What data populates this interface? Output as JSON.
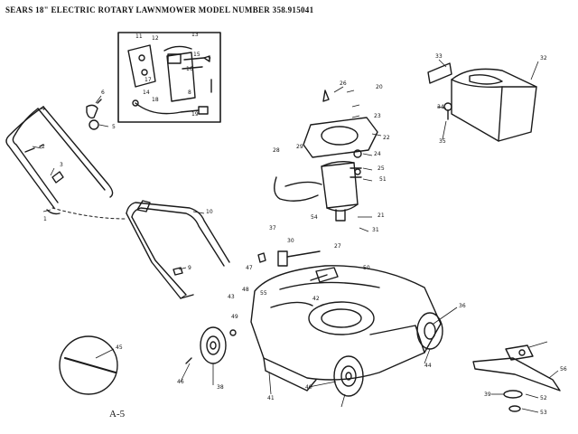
{
  "title": "SEARS 18\" ELECTRIC ROTARY LAWNMOWER MODEL NUMBER 358.915041",
  "page_label": "A-5",
  "part_callouts": [
    {
      "id": "c1",
      "label": "1"
    },
    {
      "id": "c2",
      "label": "2"
    },
    {
      "id": "c3",
      "label": "3"
    },
    {
      "id": "c4",
      "label": "4"
    },
    {
      "id": "c5",
      "label": "5"
    },
    {
      "id": "c6",
      "label": "6"
    },
    {
      "id": "c7",
      "label": "7"
    },
    {
      "id": "c8",
      "label": "8"
    },
    {
      "id": "c9",
      "label": "9"
    },
    {
      "id": "c10",
      "label": "10"
    },
    {
      "id": "c11",
      "label": "11"
    },
    {
      "id": "c12",
      "label": "12"
    },
    {
      "id": "c13",
      "label": "13"
    },
    {
      "id": "c14",
      "label": "14"
    },
    {
      "id": "c15",
      "label": "15"
    },
    {
      "id": "c16",
      "label": "16"
    },
    {
      "id": "c17",
      "label": "17"
    },
    {
      "id": "c18",
      "label": "18"
    },
    {
      "id": "c19",
      "label": "19"
    },
    {
      "id": "c20",
      "label": "20"
    },
    {
      "id": "c21",
      "label": "21"
    },
    {
      "id": "c22",
      "label": "22"
    },
    {
      "id": "c23",
      "label": "23"
    },
    {
      "id": "c24",
      "label": "24"
    },
    {
      "id": "c25",
      "label": "25"
    },
    {
      "id": "c26",
      "label": "26"
    },
    {
      "id": "c27",
      "label": "27"
    },
    {
      "id": "c28",
      "label": "28"
    },
    {
      "id": "c29",
      "label": "29"
    },
    {
      "id": "c30",
      "label": "30"
    },
    {
      "id": "c31",
      "label": "31"
    },
    {
      "id": "c32",
      "label": "32"
    },
    {
      "id": "c33",
      "label": "33"
    },
    {
      "id": "c34",
      "label": "34"
    },
    {
      "id": "c35",
      "label": "35"
    },
    {
      "id": "c36",
      "label": "36"
    },
    {
      "id": "c37",
      "label": "37"
    },
    {
      "id": "c38",
      "label": "38"
    },
    {
      "id": "c39",
      "label": "39"
    },
    {
      "id": "c40",
      "label": "40"
    },
    {
      "id": "c41",
      "label": "41"
    },
    {
      "id": "c42",
      "label": "42"
    },
    {
      "id": "c43",
      "label": "43"
    },
    {
      "id": "c44",
      "label": "44"
    },
    {
      "id": "c45",
      "label": "45"
    },
    {
      "id": "c46",
      "label": "46"
    },
    {
      "id": "c47",
      "label": "47"
    },
    {
      "id": "c48",
      "label": "48"
    },
    {
      "id": "c49",
      "label": "49"
    },
    {
      "id": "c50",
      "label": "50"
    },
    {
      "id": "c51",
      "label": "51"
    },
    {
      "id": "c52",
      "label": "52"
    },
    {
      "id": "c53",
      "label": "53"
    },
    {
      "id": "c54",
      "label": "54"
    },
    {
      "id": "c55",
      "label": "55"
    },
    {
      "id": "c56",
      "label": "56"
    }
  ],
  "colors": {
    "ink": "#1a1a1a",
    "paper": "#ffffff"
  }
}
